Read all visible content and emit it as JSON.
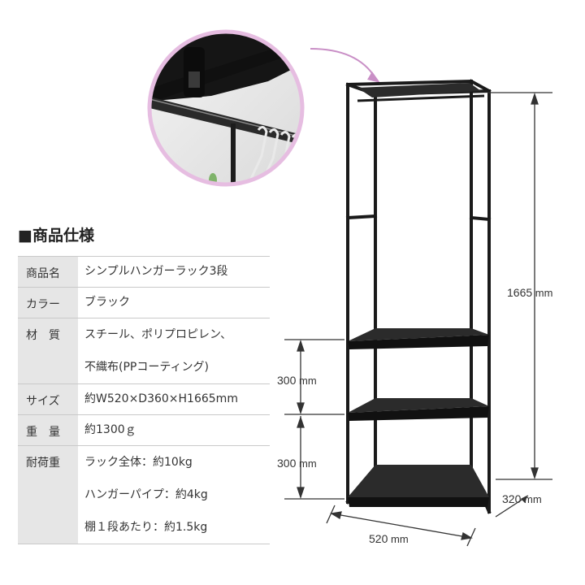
{
  "heading": "■商品仕様",
  "specs": [
    {
      "label": "商品名",
      "values": [
        "シンプルハンガーラック3段"
      ]
    },
    {
      "label": "カラー",
      "values": [
        "ブラック"
      ]
    },
    {
      "label": "材　質",
      "values": [
        "スチール、ポリプロピレン、",
        "不織布(PPコーティング)"
      ]
    },
    {
      "label": "サイズ",
      "values": [
        "約W520×D360×H1665mm"
      ]
    },
    {
      "label": "重　量",
      "values": [
        "約1300ｇ"
      ]
    },
    {
      "label": "耐荷重",
      "values": [
        "ラック全体：約10kg",
        "ハンガーパイプ：約4kg",
        "棚１段あたり：約1.5kg"
      ]
    }
  ],
  "dimensions": {
    "height": "1665",
    "shelf_gap_upper": "300",
    "shelf_gap_lower": "300",
    "depth": "320",
    "width": "520",
    "unit": "mm"
  },
  "colors": {
    "rack": "#1a1a1a",
    "shelf_fabric": "#2b2b2b",
    "label_bg": "#e6e6e6",
    "rule": "#c9c9c9",
    "zoom_border": "#e6bde1",
    "callout_arrow": "#c98fc6"
  }
}
